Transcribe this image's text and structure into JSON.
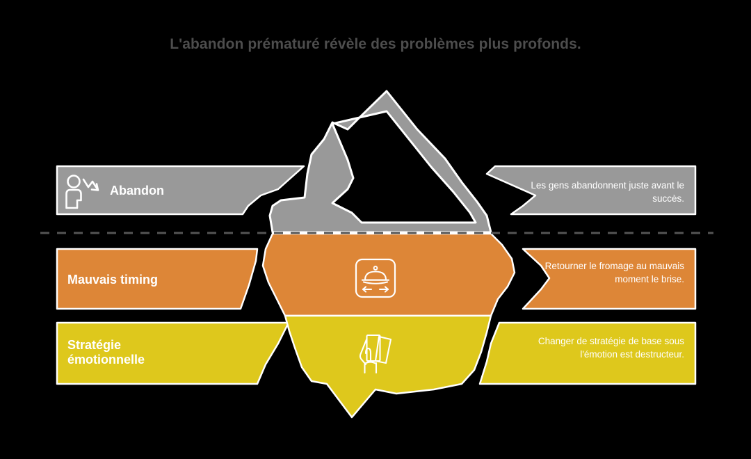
{
  "title": "L'abandon prématuré révèle des problèmes plus profonds.",
  "colors": {
    "background": "#000000",
    "title_text": "#4d4d4d",
    "gray": "#999999",
    "orange": "#dd8637",
    "yellow": "#dec81c",
    "outline": "#ffffff",
    "waterline": "#555555",
    "label_text": "#ffffff"
  },
  "waterline": {
    "style": "dashed",
    "name": "waterline-divider"
  },
  "layers": [
    {
      "id": "abandon",
      "label": "Abandon",
      "description": "Les gens abandonnent juste avant le succès.",
      "color": "#999999",
      "icon": "person-dropout-icon",
      "position": "above-water"
    },
    {
      "id": "timing",
      "label": "Mauvais timing",
      "description": "Retourner le fromage au mauvais moment le brise.",
      "color": "#dd8637",
      "icon": "cloche-timing-icon",
      "position": "below-water"
    },
    {
      "id": "strategie",
      "label": "Stratégie émotionnelle",
      "description": "Changer de stratégie de base sous l'émotion est destructeur.",
      "color": "#dec81c",
      "icon": "hand-holding-cards-icon",
      "position": "below-water"
    }
  ],
  "iceberg": {
    "name": "iceberg-shape",
    "tip_color": "#999999",
    "mid_color": "#dd8637",
    "base_color": "#dec81c"
  }
}
